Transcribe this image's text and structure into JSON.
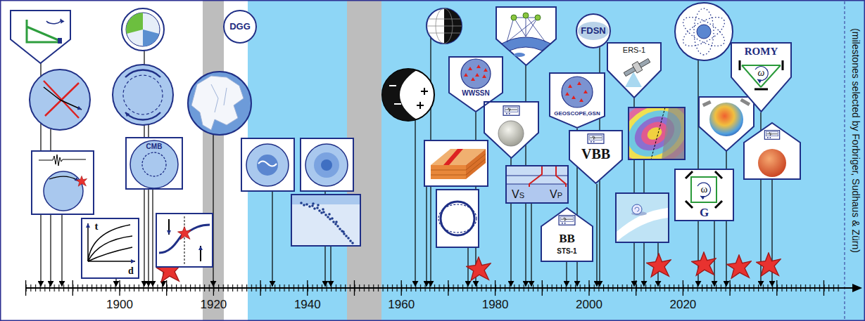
{
  "diagram": {
    "nodes": [
      {
        "text": [
          "t",
          "d"
        ]
      },
      {
        "text": [
          "CMB"
        ]
      },
      {
        "text": [
          "DGG"
        ]
      },
      {
        "text": [
          "WWSSN"
        ]
      },
      {
        "text": [
          "VS",
          "VP"
        ]
      },
      {
        "text": [
          "FDSN"
        ]
      },
      {
        "text": [
          "GEOSCOPE,GSN"
        ]
      },
      {
        "text": [
          "BB",
          "STS-1"
        ]
      },
      {
        "text": [
          "VBB"
        ]
      },
      {
        "text": [
          "ERS-1"
        ]
      },
      {
        "text": [
          "ω",
          "G"
        ]
      },
      {
        "text": [
          "ROMY",
          "ω"
        ]
      }
    ],
    "labels": [
      "1900",
      "1920",
      "1940",
      "1960",
      "1980",
      "2000",
      "2020",
      "(milestones selected by Forbriger, Sudhaus & Zürn)"
    ]
  }
}
